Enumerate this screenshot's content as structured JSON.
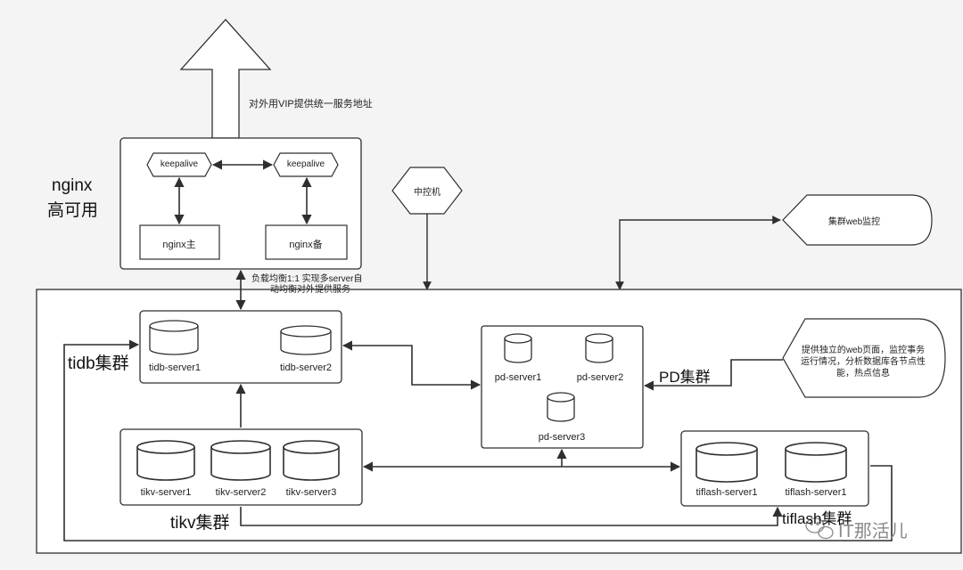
{
  "colors": {
    "stroke": "#2f2f2f",
    "background": "#f4f4f4",
    "fill": "#ffffff"
  },
  "labels": {
    "vip_text": "对外用VIP提供统一服务地址",
    "nginx_title_line1": "nginx",
    "nginx_title_line2": "高可用",
    "keepalive_left": "keepalive",
    "keepalive_right": "keepalive",
    "nginx_master": "nginx主",
    "nginx_backup": "nginx备",
    "central_control": "中控机",
    "cluster_web_monitor": "集群web监控",
    "load_balance_line1": "负载均衡1:1 实现多server自",
    "load_balance_line2": "动均衡对外提供服务",
    "tidb_cluster": "tidb集群",
    "tidb_server1": "tidb-server1",
    "tidb_server2": "tidb-server2",
    "pd_server1": "pd-server1",
    "pd_server2": "pd-server2",
    "pd_server3": "pd-server3",
    "pd_cluster": "PD集群",
    "pd_callout_line1": "提供独立的web页面，监控事务",
    "pd_callout_line2": "运行情况，分析数据库各节点性",
    "pd_callout_line3": "能，热点信息",
    "tikv_server1": "tikv-server1",
    "tikv_server2": "tikv-server2",
    "tikv_server3": "tikv-server3",
    "tikv_cluster": "tikv集群",
    "tiflash_server1_a": "tiflash-server1",
    "tiflash_server1_b": "tiflash-server1",
    "tiflash_cluster": "tiflash集群",
    "watermark": "IT那活儿"
  },
  "icons": [
    "database-cylinder-icon",
    "wechat-logo-icon",
    "up-arrow-icon"
  ]
}
